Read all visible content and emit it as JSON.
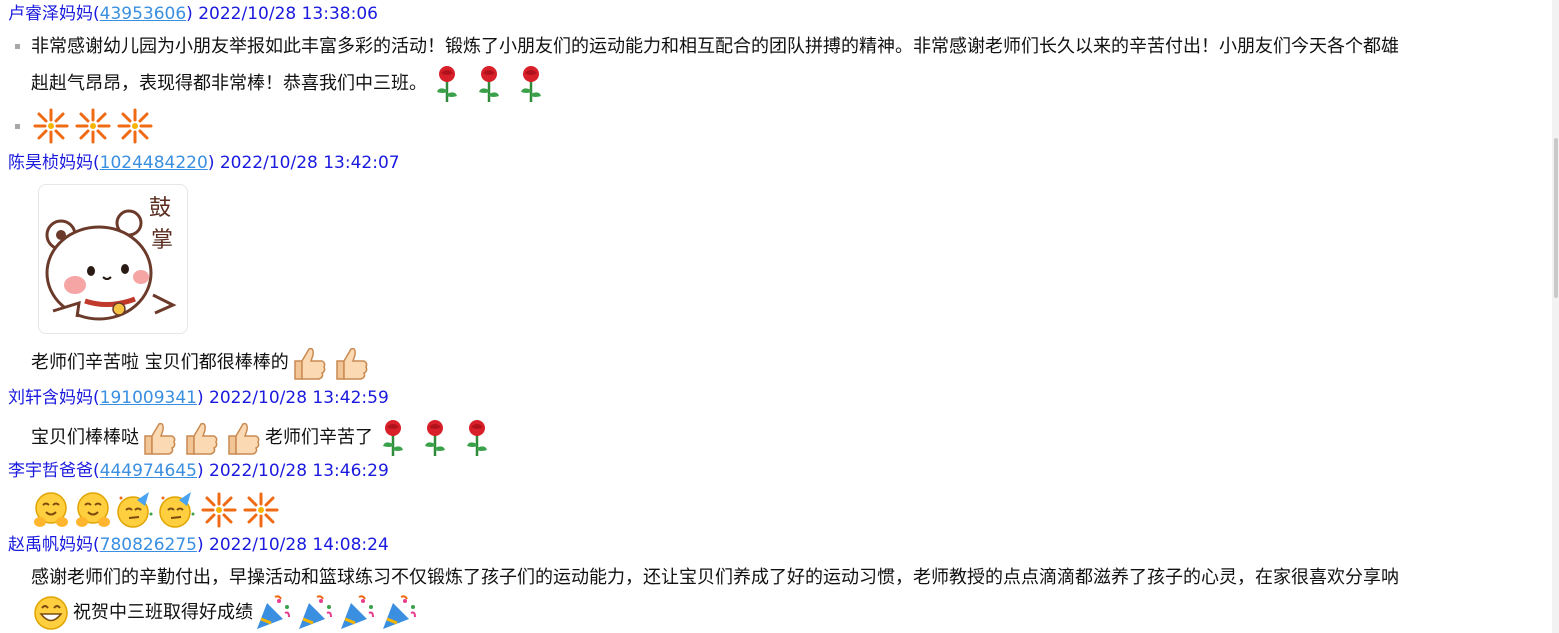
{
  "messages": [
    {
      "sender": "卢睿泽妈妈",
      "qq": "43953606",
      "time": "2022/10/28 13:38:06",
      "text1": "非常感谢幼儿园为小朋友举报如此丰富多彩的活动！锻炼了小朋友们的运动能力和相互配合的团队拼搏的精神。非常感谢老师们长久以来的辛苦付出！小朋友们今天各个都雄",
      "text2": "赳赳气昂昂，表现得都非常棒！恭喜我们中三班。"
    },
    {
      "sender": "陈昊桢妈妈",
      "qq": "1024484220",
      "time": "2022/10/28 13:42:07",
      "sticker_text": [
        "鼓",
        "掌"
      ],
      "text1": "老师们辛苦啦  宝贝们都很棒棒的"
    },
    {
      "sender": "刘轩含妈妈",
      "qq": "191009341",
      "time": "2022/10/28 13:42:59",
      "text1": "宝贝们棒棒哒",
      "text2": "老师们辛苦了"
    },
    {
      "sender": "李宇哲爸爸",
      "qq": "444974645",
      "time": "2022/10/28 13:46:29"
    },
    {
      "sender": "赵禹帆妈妈",
      "qq": "780826275",
      "time": "2022/10/28 14:08:24",
      "text1": "感谢老师们的辛勤付出，早操活动和篮球练习不仅锻炼了孩子们的运动能力，还让宝贝们养成了好的运动习惯，老师教授的点点滴滴都滋养了孩子的心灵，在家很喜欢分享呐",
      "text2": "祝贺中三班取得好成绩"
    }
  ],
  "icons": [
    "rose-icon",
    "firework-icon",
    "thumbs-up-icon",
    "hug-icon",
    "party-face-icon",
    "grin-icon",
    "party-popper-icon",
    "bear-clap-sticker"
  ],
  "colors": {
    "sender": "#1a1adf",
    "qq_link": "#3a8fe0",
    "text": "#111111"
  }
}
